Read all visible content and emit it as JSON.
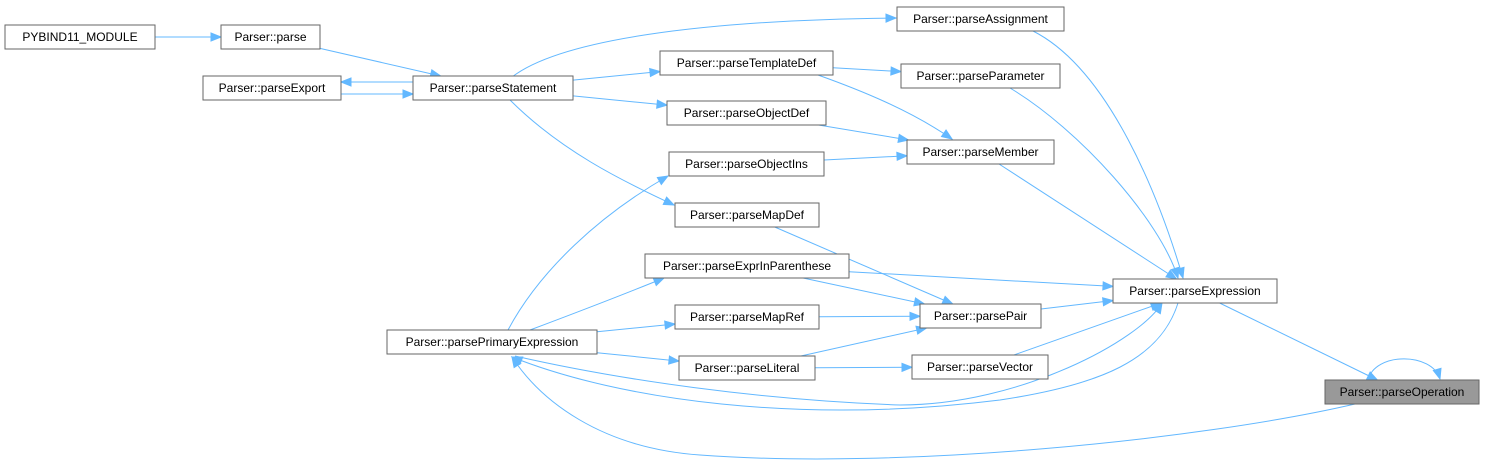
{
  "nodes": [
    {
      "id": "pybind",
      "label": "PYBIND11_MODULE"
    },
    {
      "id": "parse",
      "label": "Parser::parse"
    },
    {
      "id": "parseExport",
      "label": "Parser::parseExport"
    },
    {
      "id": "parseStatement",
      "label": "Parser::parseStatement"
    },
    {
      "id": "parseTemplateDef",
      "label": "Parser::parseTemplateDef"
    },
    {
      "id": "parseObjectDef",
      "label": "Parser::parseObjectDef"
    },
    {
      "id": "parseObjectIns",
      "label": "Parser::parseObjectIns"
    },
    {
      "id": "parseMapDef",
      "label": "Parser::parseMapDef"
    },
    {
      "id": "parseExprInParenthese",
      "label": "Parser::parseExprInParenthese"
    },
    {
      "id": "parseMapRef",
      "label": "Parser::parseMapRef"
    },
    {
      "id": "parseLiteral",
      "label": "Parser::parseLiteral"
    },
    {
      "id": "parsePrimaryExpression",
      "label": "Parser::parsePrimaryExpression"
    },
    {
      "id": "parseAssignment",
      "label": "Parser::parseAssignment"
    },
    {
      "id": "parseParameter",
      "label": "Parser::parseParameter"
    },
    {
      "id": "parseMember",
      "label": "Parser::parseMember"
    },
    {
      "id": "parsePair",
      "label": "Parser::parsePair"
    },
    {
      "id": "parseVector",
      "label": "Parser::parseVector"
    },
    {
      "id": "parseExpression",
      "label": "Parser::parseExpression"
    },
    {
      "id": "parseOperation",
      "label": "Parser::parseOperation",
      "highlighted": true
    }
  ],
  "edges": [
    {
      "from": "pybind",
      "to": "parse"
    },
    {
      "from": "parse",
      "to": "parseStatement"
    },
    {
      "from": "parseStatement",
      "to": "parseExport"
    },
    {
      "from": "parseExport",
      "to": "parseStatement"
    },
    {
      "from": "parseStatement",
      "to": "parseAssignment"
    },
    {
      "from": "parseStatement",
      "to": "parseTemplateDef"
    },
    {
      "from": "parseStatement",
      "to": "parseObjectDef"
    },
    {
      "from": "parseStatement",
      "to": "parseMapDef"
    },
    {
      "from": "parseTemplateDef",
      "to": "parseParameter"
    },
    {
      "from": "parseTemplateDef",
      "to": "parseMember"
    },
    {
      "from": "parseObjectDef",
      "to": "parseMember"
    },
    {
      "from": "parseObjectIns",
      "to": "parseMember"
    },
    {
      "from": "parseMapDef",
      "to": "parsePair"
    },
    {
      "from": "parseExprInParenthese",
      "to": "parsePair"
    },
    {
      "from": "parseExprInParenthese",
      "to": "parseExpression"
    },
    {
      "from": "parseMapRef",
      "to": "parsePair"
    },
    {
      "from": "parseLiteral",
      "to": "parsePair"
    },
    {
      "from": "parseLiteral",
      "to": "parseVector"
    },
    {
      "from": "parsePrimaryExpression",
      "to": "parseObjectIns"
    },
    {
      "from": "parsePrimaryExpression",
      "to": "parseExprInParenthese"
    },
    {
      "from": "parsePrimaryExpression",
      "to": "parseMapRef"
    },
    {
      "from": "parsePrimaryExpression",
      "to": "parseLiteral"
    },
    {
      "from": "parseAssignment",
      "to": "parseExpression"
    },
    {
      "from": "parseParameter",
      "to": "parseExpression"
    },
    {
      "from": "parseMember",
      "to": "parseExpression"
    },
    {
      "from": "parsePair",
      "to": "parseExpression"
    },
    {
      "from": "parseVector",
      "to": "parseExpression"
    },
    {
      "from": "parsePrimaryExpression",
      "to": "parseExpression"
    },
    {
      "from": "parseExpression",
      "to": "parsePrimaryExpression"
    },
    {
      "from": "parseExpression",
      "to": "parseOperation"
    },
    {
      "from": "parseOperation",
      "to": "parseOperation"
    },
    {
      "from": "parseOperation",
      "to": "parsePrimaryExpression"
    }
  ]
}
